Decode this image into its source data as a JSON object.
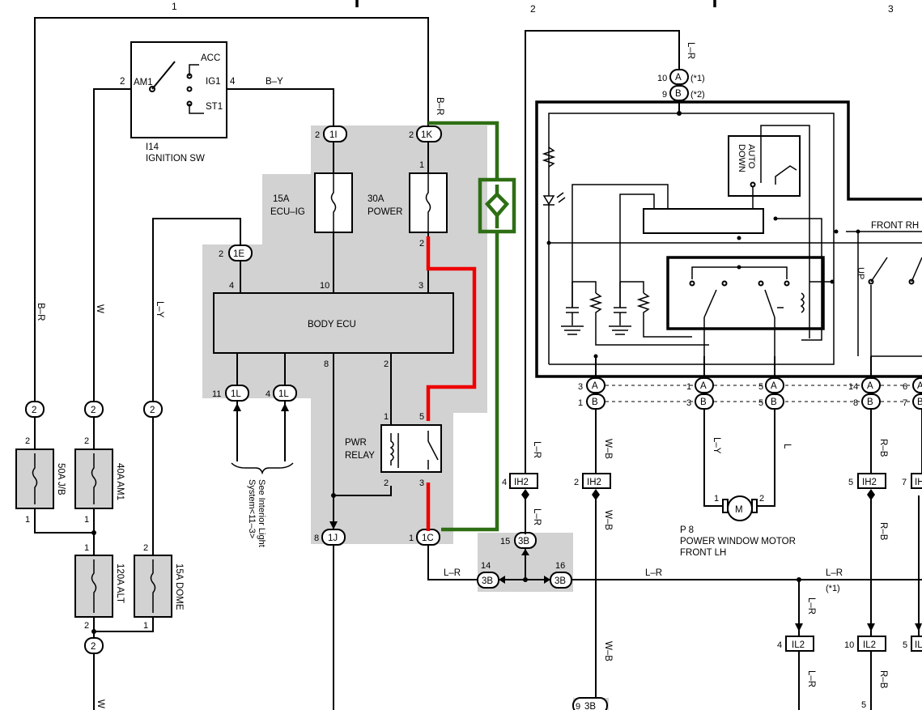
{
  "columns": [
    "1",
    "2",
    "3"
  ],
  "ignition_switch": {
    "id": "I14",
    "name": "IGNITION SW",
    "terminals": [
      "AM1",
      "ACC",
      "IG1",
      "ST1"
    ],
    "pins": {
      "am1": "2",
      "ig1": "4"
    }
  },
  "fuses": {
    "ecu_ig": {
      "rating": "15A",
      "name": "ECU–IG"
    },
    "power": {
      "rating": "30A",
      "name": "POWER"
    },
    "j_b": "50A J/B",
    "am1": "40A AM1",
    "alt": "120A ALT",
    "dome": "15A DOME"
  },
  "body_ecu": {
    "name": "BODY ECU",
    "pins": {
      "left": "4",
      "mid": "10",
      "right": "3",
      "bottom_left": "8",
      "bottom_right": "2"
    }
  },
  "relay": {
    "name_line1": "PWR",
    "name_line2": "RELAY",
    "pins": {
      "top_left": "1",
      "top_right": "5",
      "bottom_left": "2",
      "bottom_right": "3"
    }
  },
  "connectors": {
    "c1I": "1I",
    "c1K": "1K",
    "c1E": "1E",
    "c1L": "1L",
    "c1J": "1J",
    "c1C": "1C",
    "c3B": "3B",
    "cA": "A",
    "cB": "B",
    "cIH2": "IH2",
    "cIL2": "IL2",
    "c2": "2"
  },
  "wires": {
    "b_y": "B–Y",
    "b_r": "B–R",
    "w": "W",
    "l_y": "L–Y",
    "l_r": "L–R",
    "w_b": "W–B",
    "r_b": "R–B",
    "l": "L"
  },
  "see_interior_line1": "See Interior Light",
  "see_interior_line2": "System<11–3>",
  "notes": {
    "star1": "(*1)",
    "star2": "(*2)"
  },
  "motor": {
    "id": "P 8",
    "line1": "POWER WINDOW MOTOR",
    "line2": "FRONT LH",
    "symbol": "M"
  },
  "switch_labels": {
    "auto_down_line1": "AUTO",
    "auto_down_line2": "DOWN",
    "front_rh": "FRONT RH",
    "up": "UP"
  },
  "numbers": {
    "n1": "1",
    "n2": "2",
    "n3": "3",
    "n4": "4",
    "n5": "5",
    "n6": "6",
    "n7": "7",
    "n8": "8",
    "n9": "9",
    "n10": "10",
    "n11": "11",
    "n14": "14",
    "n15": "15",
    "n16": "16"
  }
}
